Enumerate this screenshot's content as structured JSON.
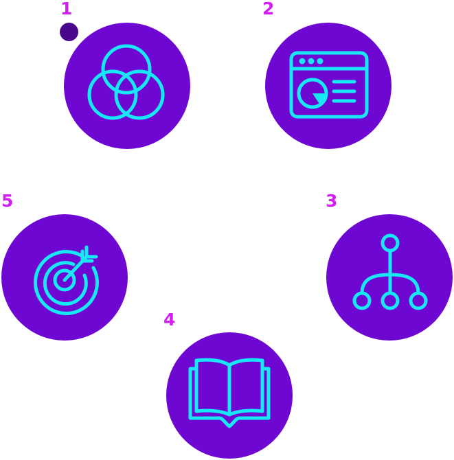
{
  "colors": {
    "circle": "#6e07d2",
    "icon": "#18e8f5",
    "number": "#d21ef0",
    "dot": "#4a058f"
  },
  "steps": [
    {
      "number": "1",
      "icon": "venn-diagram-icon"
    },
    {
      "number": "2",
      "icon": "browser-pie-chart-icon"
    },
    {
      "number": "3",
      "icon": "hierarchy-icon"
    },
    {
      "number": "4",
      "icon": "open-book-icon"
    },
    {
      "number": "5",
      "icon": "target-arrow-icon"
    }
  ]
}
